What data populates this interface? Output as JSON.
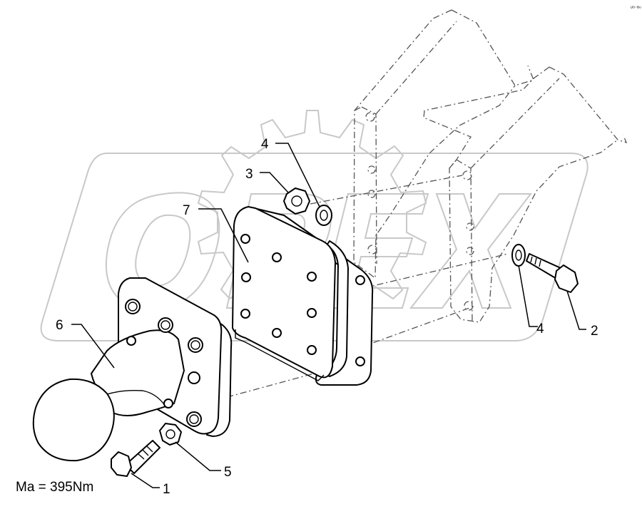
{
  "callouts": [
    {
      "num": "1",
      "part": "bolt"
    },
    {
      "num": "2",
      "part": "bolt"
    },
    {
      "num": "3",
      "part": "nut"
    },
    {
      "num": "4",
      "part": "washer"
    },
    {
      "num": "4",
      "part": "washer"
    },
    {
      "num": "5",
      "part": "nut"
    },
    {
      "num": "6",
      "part": "towing-ball-coupling"
    },
    {
      "num": "7",
      "part": "mounting-plate"
    }
  ],
  "torque_note": "Ma = 395Nm",
  "watermark": {
    "text": "OPEX",
    "corner_mark": "ᵁᴼ⁻ᵗᵇᵒ"
  }
}
